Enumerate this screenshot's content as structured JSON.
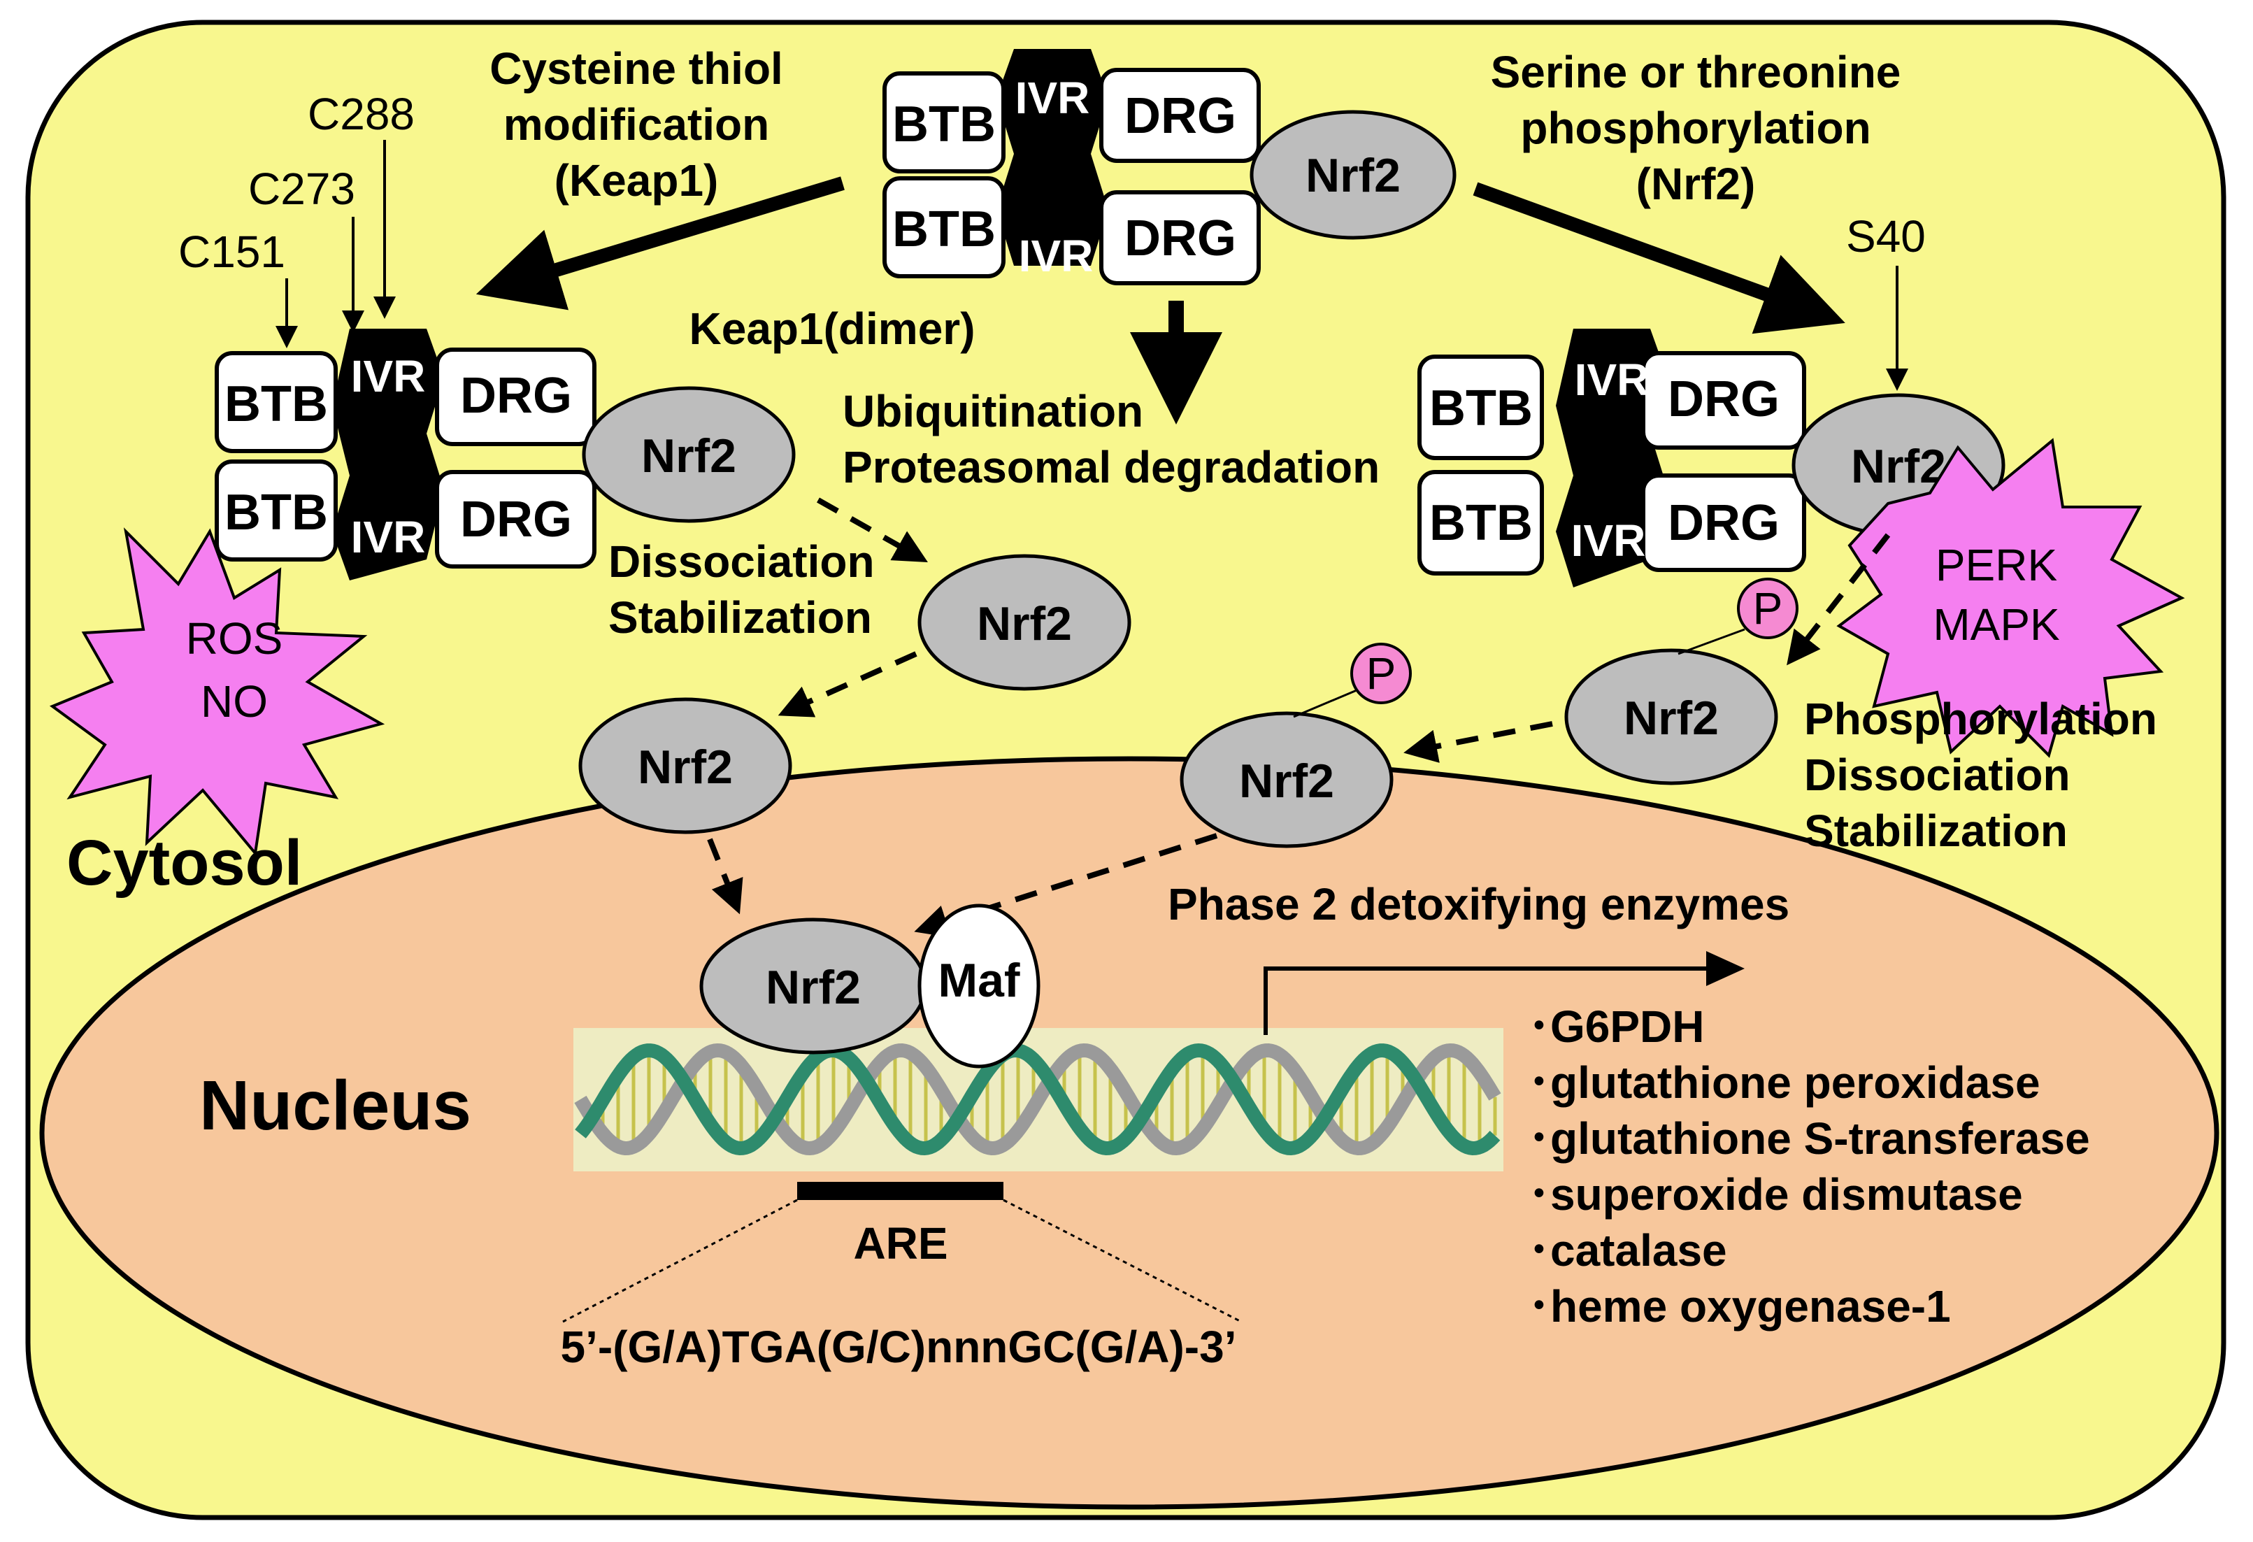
{
  "colors": {
    "cytosol": "#f8f78e",
    "nucleus": "#f7c79c",
    "protein": "#bdbdbd",
    "burst": "#f57ff0",
    "phospho": "#f58ad2",
    "dna_band": "#eeecc2",
    "dna_green": "#2e8b6d",
    "dna_gray": "#9a9a9a",
    "dna_rung": "#c6c24c"
  },
  "keap1": {
    "btb": "BTB",
    "ivr": "IVR",
    "drg": "DRG",
    "dimer_label": "Keap1(dimer)"
  },
  "nrf2": "Nrf2",
  "maf": "Maf",
  "phospho": "P",
  "left_pathway": {
    "title_lines": [
      "Cysteine thiol",
      "modification",
      "(Keap1)"
    ],
    "sites": [
      "C288",
      "C273",
      "C151"
    ],
    "stress": [
      "ROS",
      "NO"
    ],
    "result_lines": [
      "Dissociation",
      "Stabilization"
    ]
  },
  "center_pathway": {
    "lines": [
      "Ubiquitination",
      "Proteasomal degradation"
    ]
  },
  "right_pathway": {
    "title_lines": [
      "Serine or threonine",
      "phosphorylation",
      "(Nrf2)"
    ],
    "site": "S40",
    "kinases": [
      "PERK",
      "MAPK"
    ],
    "result_lines": [
      "Phosphorylation",
      "Dissociation",
      "Stabilization"
    ]
  },
  "compartments": {
    "cytosol": "Cytosol",
    "nucleus": "Nucleus"
  },
  "dna": {
    "element": "ARE",
    "sequence": "5’-(G/A)TGA(G/C)nnnGC(G/A)-3’"
  },
  "enzymes": {
    "title": "Phase 2 detoxifying enzymes",
    "items": [
      "･G6PDH",
      "･glutathione peroxidase",
      "･glutathione S-transferase",
      "･superoxide dismutase",
      "･catalase",
      "･heme oxygenase-1"
    ]
  }
}
